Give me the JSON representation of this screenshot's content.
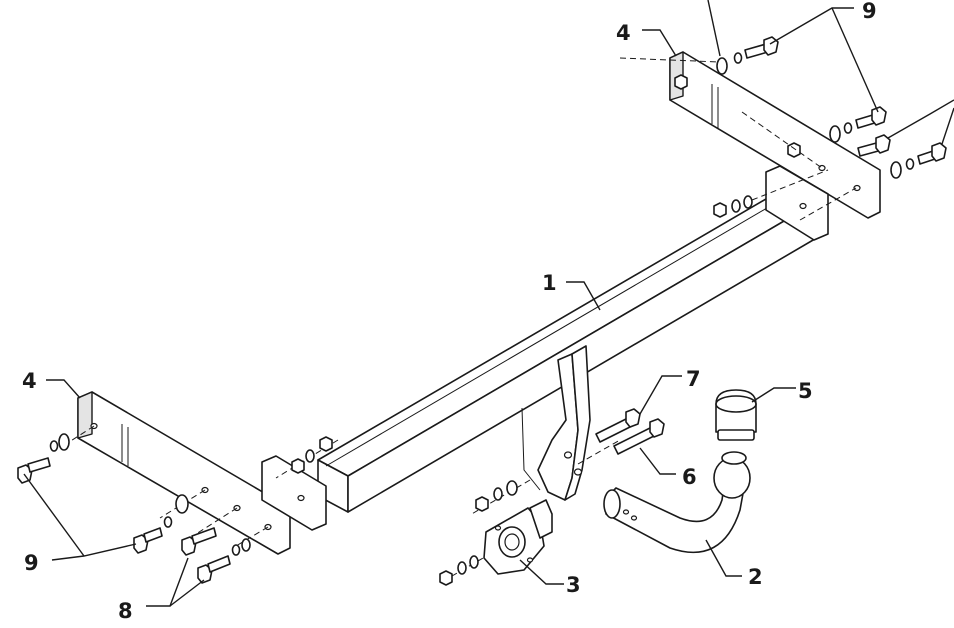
{
  "diagram": {
    "labels": [
      {
        "id": "1",
        "text": "1"
      },
      {
        "id": "2",
        "text": "2"
      },
      {
        "id": "3",
        "text": "3"
      },
      {
        "id": "4a",
        "text": "4"
      },
      {
        "id": "4b",
        "text": "4"
      },
      {
        "id": "5",
        "text": "5"
      },
      {
        "id": "6",
        "text": "6"
      },
      {
        "id": "7",
        "text": "7"
      },
      {
        "id": "8",
        "text": "8"
      },
      {
        "id": "9a",
        "text": "9"
      },
      {
        "id": "9b",
        "text": "9"
      }
    ]
  }
}
